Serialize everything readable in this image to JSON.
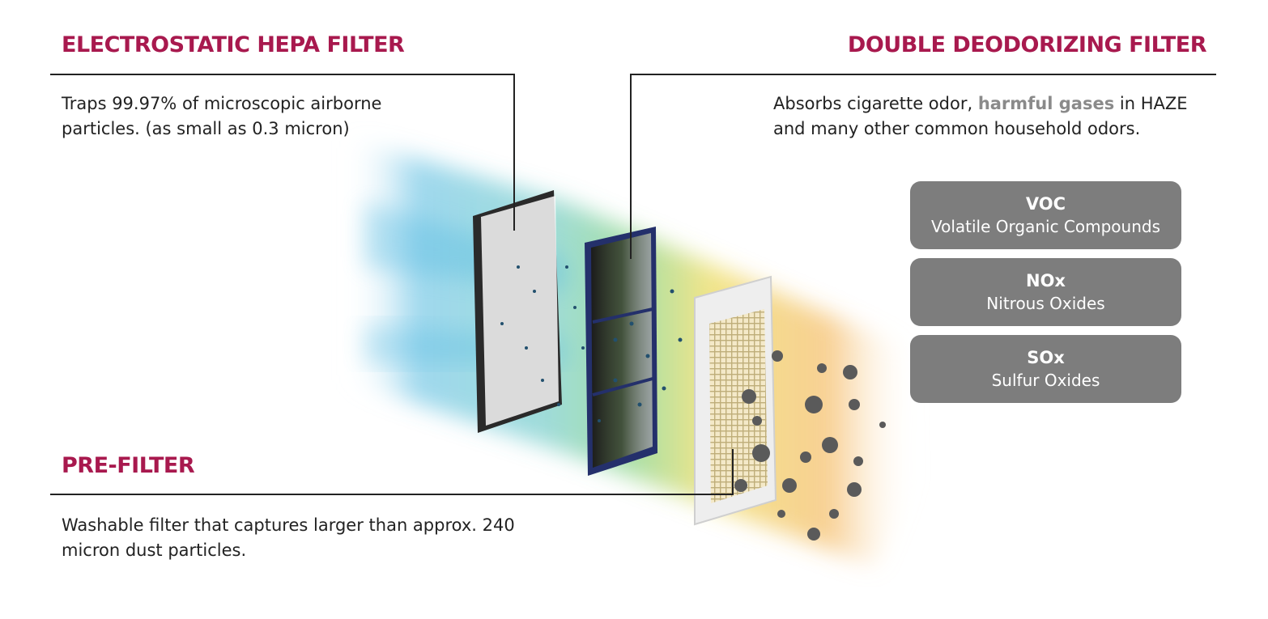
{
  "colors": {
    "heading": "#a8194e",
    "highlight": "#8a8a8a",
    "pill_bg": "#7d7d7d",
    "line": "#222222",
    "air_in": "#4fb8e0",
    "air_mid": "#6cc96a",
    "air_yellow": "#ecd84a",
    "air_out": "#f2a93b"
  },
  "hepa": {
    "title": "ELECTROSTATIC HEPA FILTER",
    "description_line1": "Traps 99.97% of microscopic airborne",
    "description_line2": "particles. (as small as 0.3 micron)"
  },
  "deodorizing": {
    "title": "DOUBLE DEODORIZING FILTER",
    "description_before": "Absorbs cigarette odor, ",
    "description_highlight": "harmful gases",
    "description_after": " in HAZE",
    "description_line2": "and many other common household odors."
  },
  "prefilter": {
    "title": "PRE-FILTER",
    "description_line1": "Washable filter that captures larger than approx. 240",
    "description_line2": "micron dust particles."
  },
  "gases": [
    {
      "abbr": "VOC",
      "name": "Volatile Organic Compounds"
    },
    {
      "abbr": "NOx",
      "name": "Nitrous Oxides"
    },
    {
      "abbr": "SOx",
      "name": "Sulfur Oxides"
    }
  ]
}
